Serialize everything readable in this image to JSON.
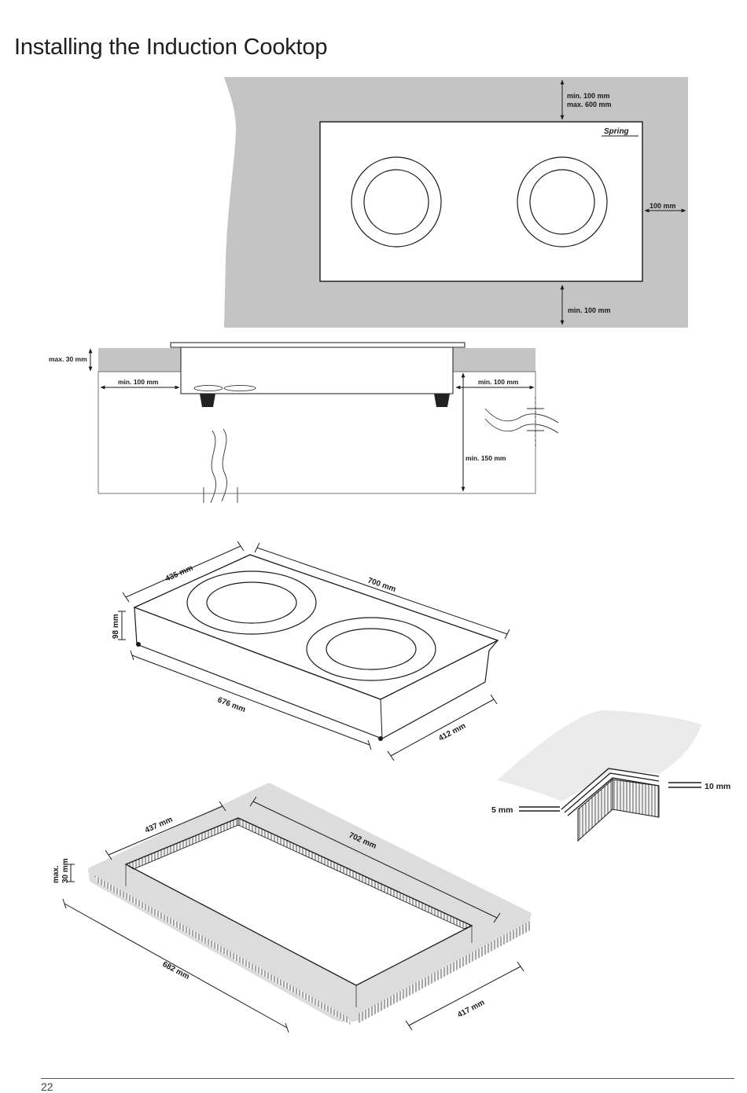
{
  "page": {
    "title": "Installing the Induction Cooktop",
    "page_number": "22"
  },
  "figure_top": {
    "brand": "Spring",
    "clearance_back_min": "min. 100 mm",
    "clearance_back_max": "max. 600 mm",
    "clearance_side": "100 mm",
    "clearance_front": "min. 100 mm"
  },
  "figure_section": {
    "worktop_thickness": "max. 30 mm",
    "clearance_left": "min. 100 mm",
    "clearance_right": "min. 100 mm",
    "clearance_below": "min. 150 mm"
  },
  "figure_appliance": {
    "depth_top": "435 mm",
    "width_top": "700 mm",
    "height": "98 mm",
    "width_bottom": "676 mm",
    "depth_bottom": "412 mm"
  },
  "figure_cutout": {
    "depth": "437 mm",
    "width": "702 mm",
    "worktop_max_line1": "max.",
    "worktop_max_line2": "30 mm",
    "length": "682 mm",
    "depth_bottom": "417 mm"
  },
  "figure_detail": {
    "gap_small": "5 mm",
    "gap_large": "10 mm"
  }
}
